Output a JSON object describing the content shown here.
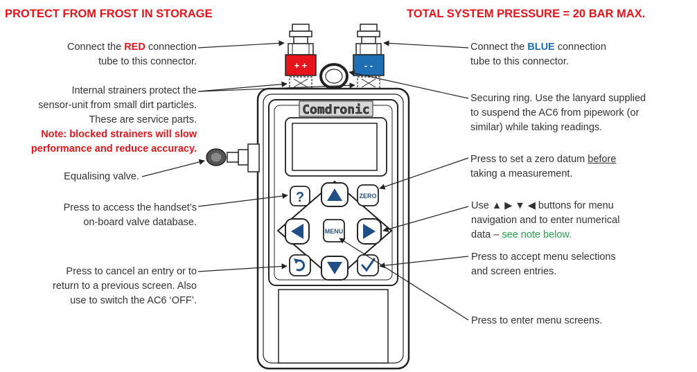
{
  "warnings": {
    "frost": "PROTECT FROM FROST IN STORAGE",
    "pressure": "TOTAL SYSTEM PRESSURE = 20 BAR MAX."
  },
  "device": {
    "brand": "Comdronic",
    "red_port_label": "+ +",
    "blue_port_label": "- -",
    "buttons": {
      "help": "?",
      "zero": "ZERO",
      "menu": "MENU"
    }
  },
  "callouts": {
    "red_connection": {
      "pre": "Connect the ",
      "highlight": "RED",
      "post": " connection",
      "line2": "tube to this connector."
    },
    "blue_connection": {
      "pre": "Connect the ",
      "highlight": "BLUE",
      "post": " connection",
      "line2": "tube to this connector."
    },
    "strainers": {
      "lines": [
        "Internal strainers protect the",
        "sensor-unit from small dirt particles.",
        "These are service parts."
      ],
      "note_lines": [
        "Note: blocked strainers will slow",
        "performance and reduce accuracy."
      ]
    },
    "securing_ring": {
      "lines": [
        "Securing ring. Use the lanyard supplied",
        "to suspend the AC6 from pipework (or",
        "similar) while taking readings."
      ]
    },
    "equalising_valve": "Equalising valve.",
    "zero": {
      "line1_pre": "Press to set a zero datum ",
      "line1_underline": "before",
      "line2": "taking a measurement."
    },
    "database": {
      "lines": [
        "Press to access the handset’s",
        "on-board valve database."
      ]
    },
    "navigation": {
      "line1": "Use ▲ ▶ ▼ ◀ buttons for menu",
      "line2": "navigation and to enter numerical",
      "line3_pre": "data – ",
      "line3_note": "see note below."
    },
    "cancel": {
      "lines": [
        "Press to cancel an entry or to",
        "return to a previous screen. Also",
        "use to switch the AC6 ‘OFF’."
      ]
    },
    "accept": {
      "lines": [
        "Press to accept menu selections",
        "and screen entries."
      ]
    },
    "menu": "Press to enter menu screens."
  },
  "colors": {
    "warning_red": "#e8141b",
    "port_red": "#e8141b",
    "port_blue": "#1f6fb5",
    "note_green": "#27a34a",
    "button_blue": "#1f4f86"
  }
}
